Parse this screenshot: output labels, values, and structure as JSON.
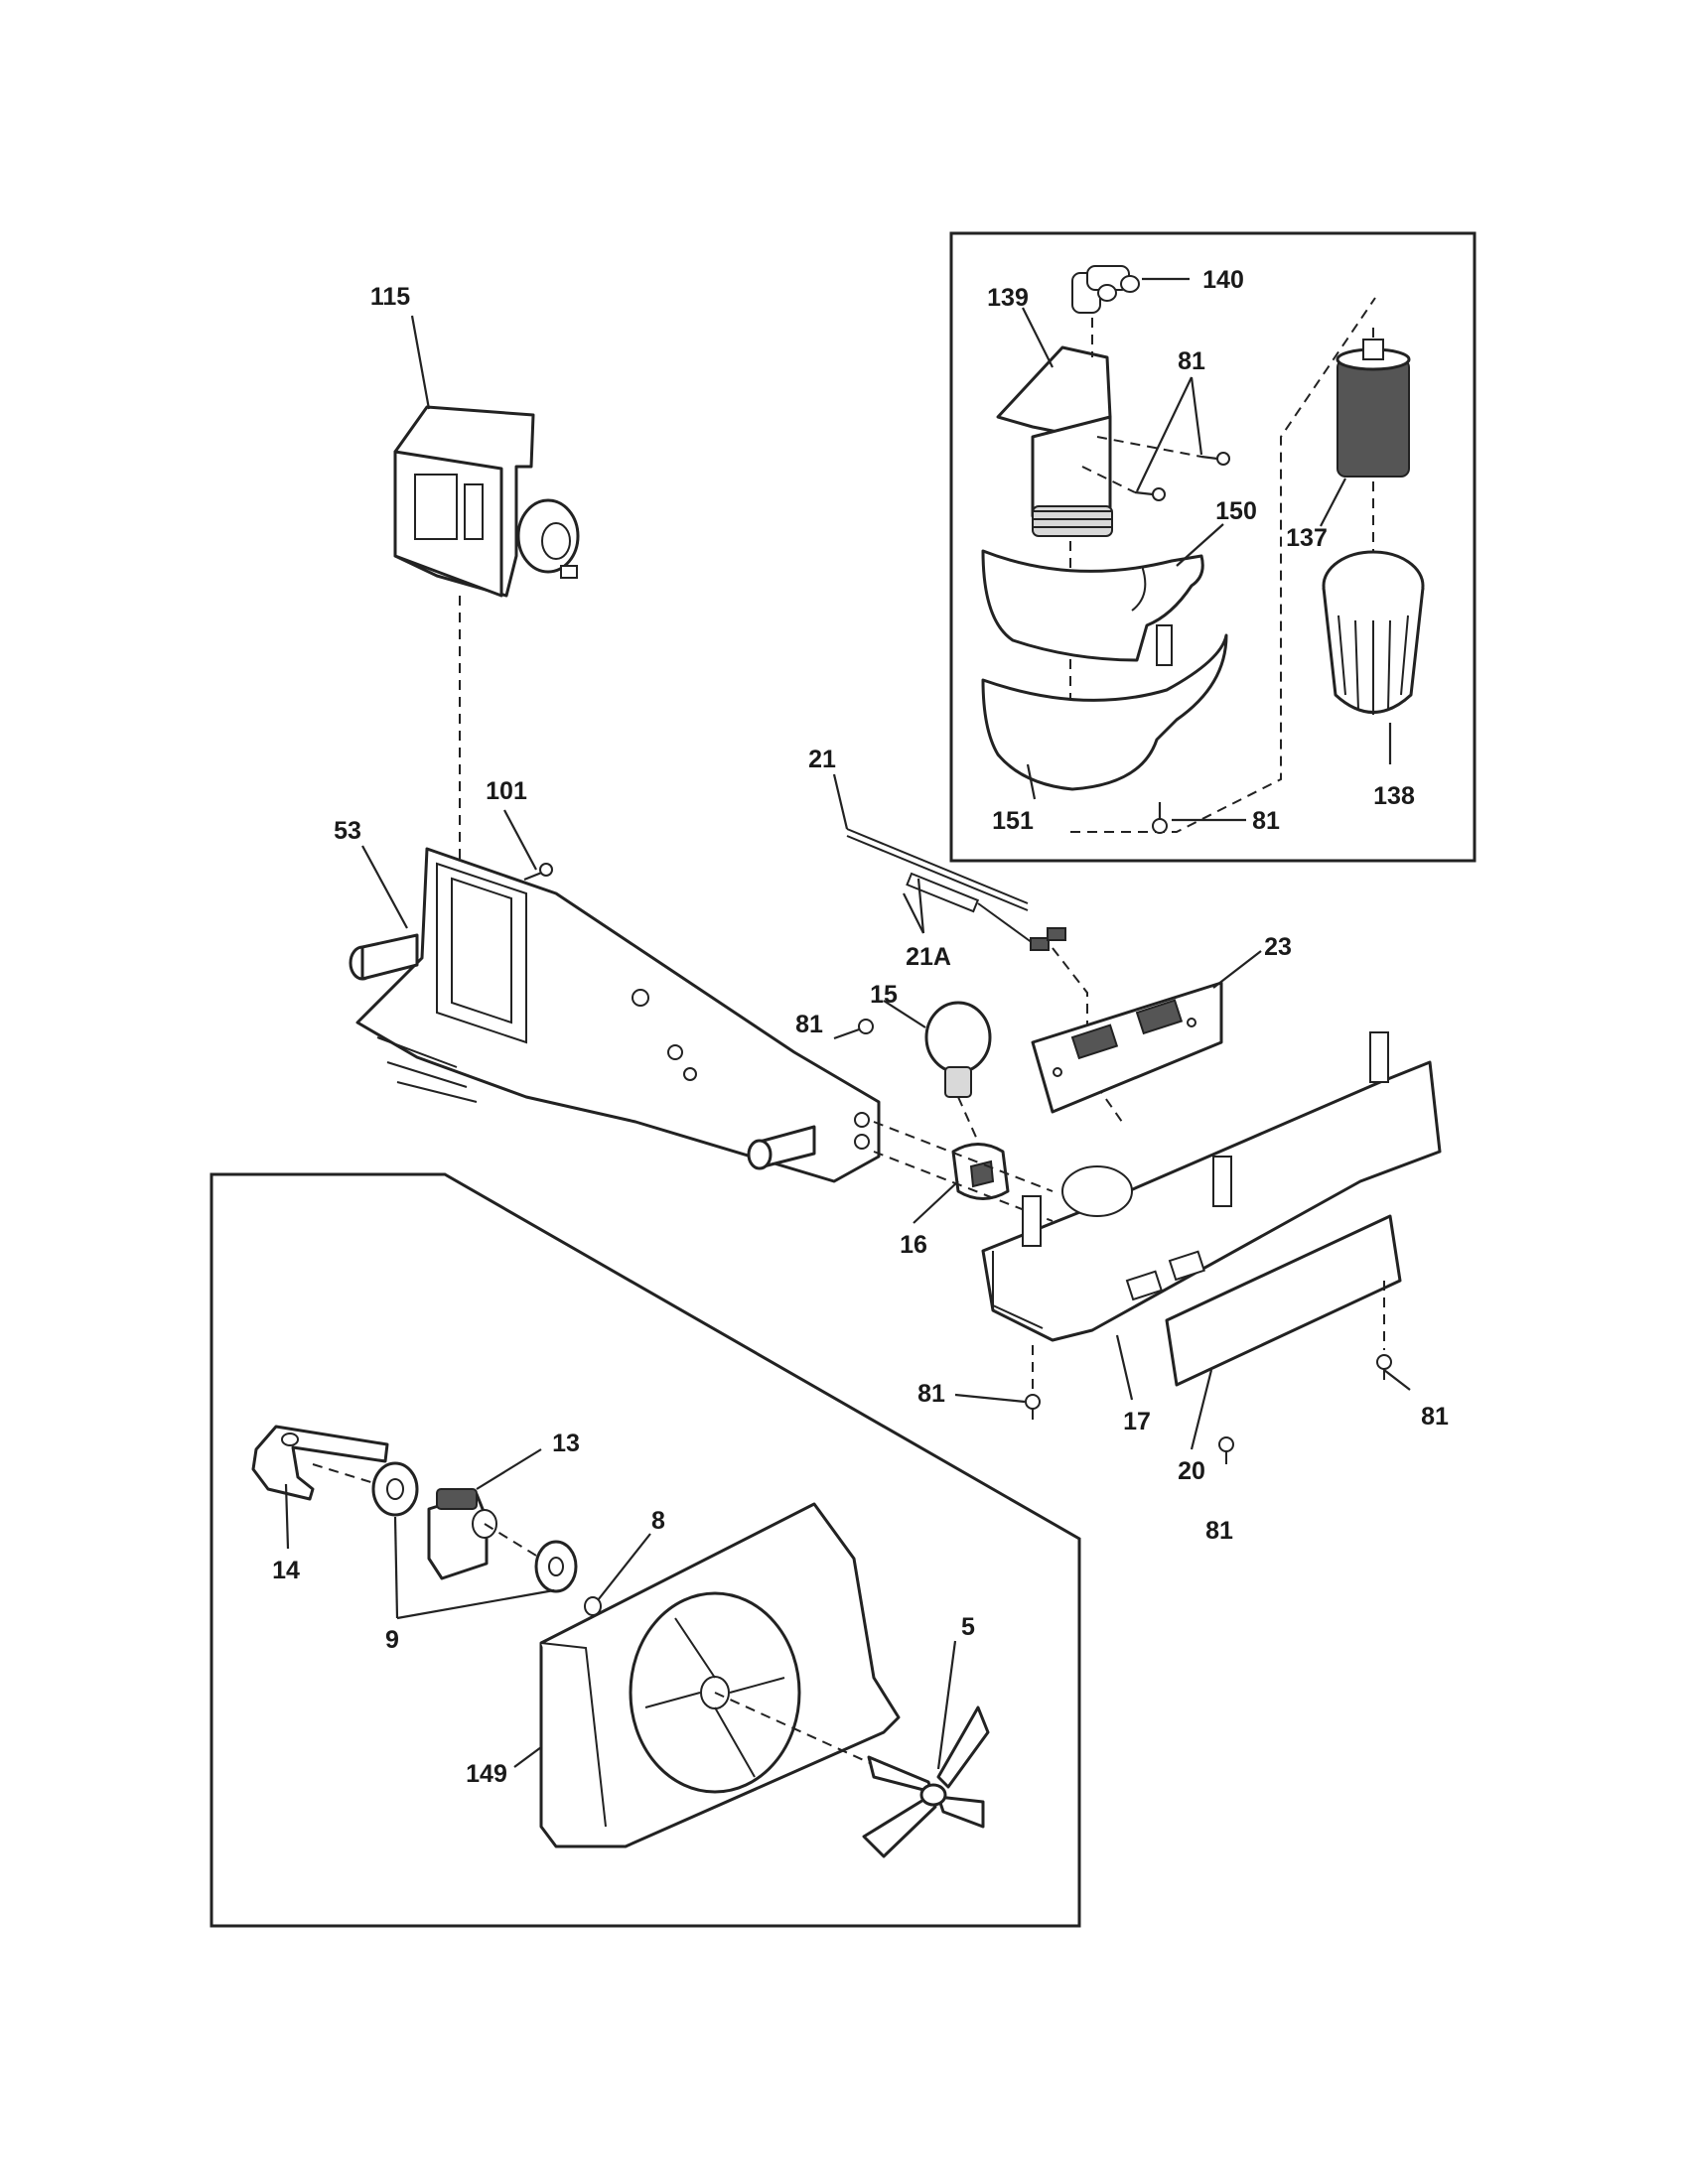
{
  "callouts": [
    {
      "id": "c115",
      "text": "115"
    },
    {
      "id": "c140",
      "text": "140"
    },
    {
      "id": "c139",
      "text": "139"
    },
    {
      "id": "c81a",
      "text": "81"
    },
    {
      "id": "c150",
      "text": "150"
    },
    {
      "id": "c137",
      "text": "137"
    },
    {
      "id": "c138",
      "text": "138"
    },
    {
      "id": "c151",
      "text": "151"
    },
    {
      "id": "c81b",
      "text": "81"
    },
    {
      "id": "c21",
      "text": "21"
    },
    {
      "id": "c101",
      "text": "101"
    },
    {
      "id": "c53",
      "text": "53"
    },
    {
      "id": "c21A",
      "text": "21A"
    },
    {
      "id": "c23",
      "text": "23"
    },
    {
      "id": "c15",
      "text": "15"
    },
    {
      "id": "c81c",
      "text": "81"
    },
    {
      "id": "c16",
      "text": "16"
    },
    {
      "id": "c81d",
      "text": "81"
    },
    {
      "id": "c17",
      "text": "17"
    },
    {
      "id": "c20",
      "text": "20"
    },
    {
      "id": "c81e",
      "text": "81"
    },
    {
      "id": "c81f",
      "text": "81"
    },
    {
      "id": "c13",
      "text": "13"
    },
    {
      "id": "c14",
      "text": "14"
    },
    {
      "id": "c8",
      "text": "8"
    },
    {
      "id": "c9",
      "text": "9"
    },
    {
      "id": "c5",
      "text": "5"
    },
    {
      "id": "c149",
      "text": "149"
    }
  ]
}
